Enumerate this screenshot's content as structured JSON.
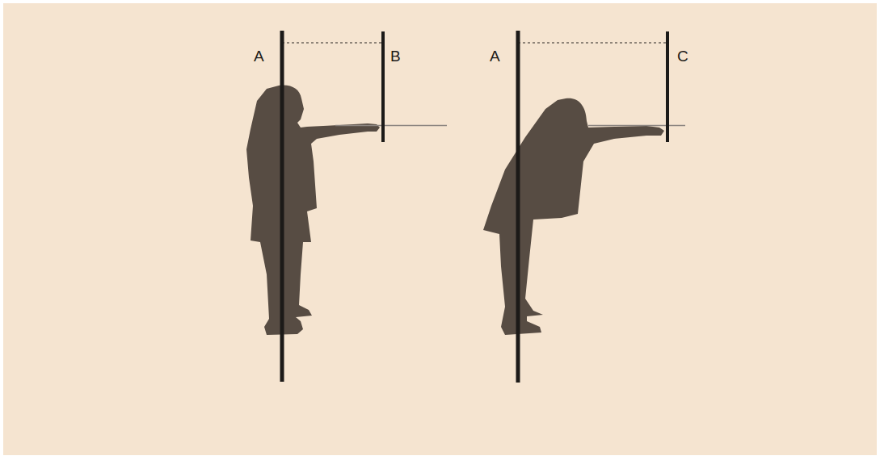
{
  "diagram": {
    "labels": [
      "A",
      "B",
      "A",
      "C"
    ]
  }
}
